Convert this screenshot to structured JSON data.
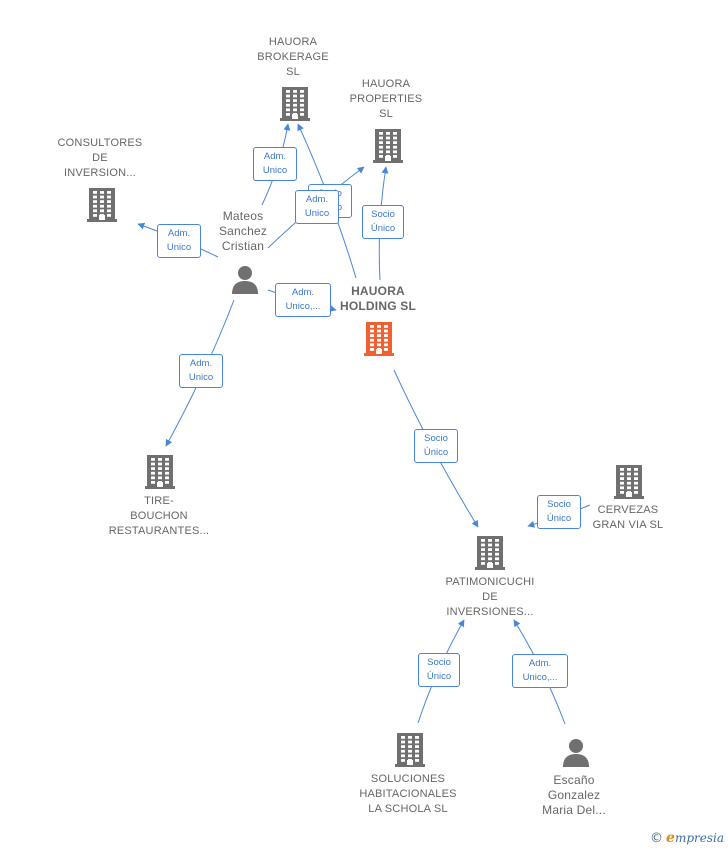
{
  "colors": {
    "building": "#707070",
    "focus": "#f06030",
    "edge": "#4a86d8",
    "text": "#666666"
  },
  "nodes": {
    "hauora_brokerage": {
      "label": "HAUORA\nBROKERAGE\nSL",
      "icon": "building-icon"
    },
    "hauora_properties": {
      "label": "HAUORA\nPROPERTIES\nSL",
      "icon": "building-icon"
    },
    "consultores": {
      "label": "CONSULTORES\nDE\nINVERSION...",
      "icon": "building-icon"
    },
    "mateos": {
      "label": "Mateos\nSanchez\nCristian",
      "icon": "person-icon"
    },
    "hauora_holding": {
      "label": "HAUORA\nHOLDING  SL",
      "icon": "building-icon"
    },
    "tire_bouchon": {
      "label": "TIRE-\nBOUCHON\nRESTAURANTES...",
      "icon": "building-icon"
    },
    "cervezas": {
      "label": "CERVEZAS\nGRAN VIA  SL",
      "icon": "building-icon"
    },
    "patimonicuchi": {
      "label": "PATIMONICUCHI\nDE\nINVERSIONES...",
      "icon": "building-icon"
    },
    "soluciones": {
      "label": "SOLUCIONES\nHABITACIONALES\nLA SCHOLA  SL",
      "icon": "building-icon"
    },
    "escano": {
      "label": "Escaño\nGonzalez\nMaria Del...",
      "icon": "person-icon"
    }
  },
  "edges": [
    {
      "from": "mateos",
      "to": "hauora_brokerage",
      "label": "Adm.\nUnico"
    },
    {
      "from": "mateos",
      "to": "hauora_properties",
      "label": "Adm.\nUnico"
    },
    {
      "from": "hauora_holding",
      "to": "hauora_brokerage",
      "label": "Socio\nÚnico"
    },
    {
      "from": "hauora_holding",
      "to": "hauora_properties",
      "label": "Socio\nÚnico"
    },
    {
      "from": "mateos",
      "to": "consultores",
      "label": "Adm.\nUnico"
    },
    {
      "from": "mateos",
      "to": "hauora_holding",
      "label": "Adm.\nUnico,..."
    },
    {
      "from": "mateos",
      "to": "tire_bouchon",
      "label": "Adm.\nUnico"
    },
    {
      "from": "hauora_holding",
      "to": "patimonicuchi",
      "label": "Socio\nÚnico"
    },
    {
      "from": "cervezas",
      "to": "patimonicuchi",
      "label": "Socio\nÚnico"
    },
    {
      "from": "soluciones",
      "to": "patimonicuchi",
      "label": "Socio\nÚnico"
    },
    {
      "from": "escano",
      "to": "patimonicuchi",
      "label": "Adm.\nUnico,..."
    }
  ],
  "footer": {
    "copyright": "©",
    "brand_initial": "e",
    "brand_rest": "mpresia"
  }
}
